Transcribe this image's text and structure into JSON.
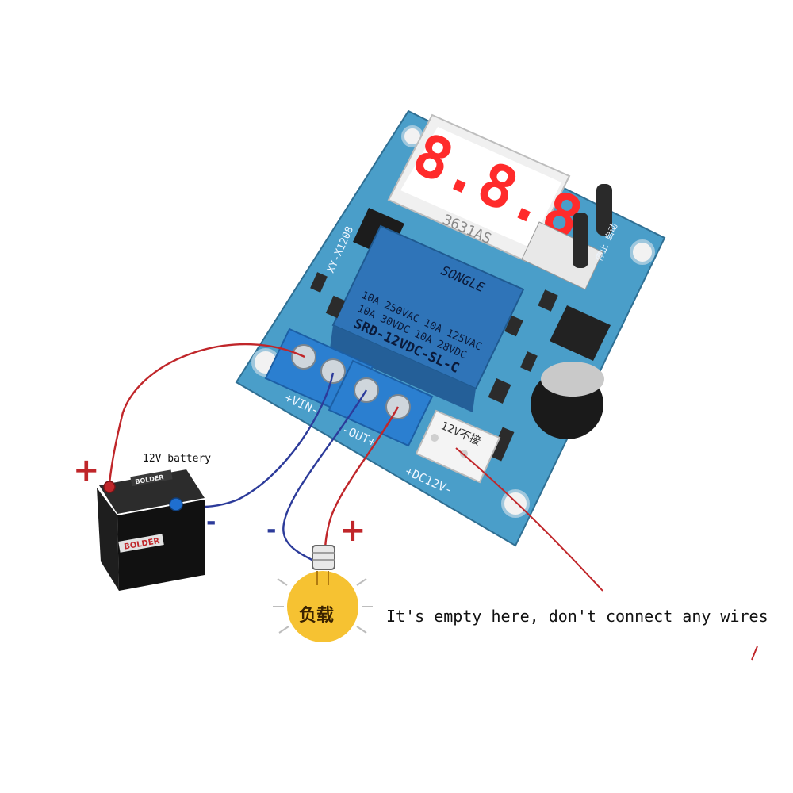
{
  "battery": {
    "label": "12V battery",
    "brand_top": "BOLDER",
    "brand_front": "BOLDER",
    "plus_sign": "+",
    "minus_sign": "-"
  },
  "load": {
    "label": "负载",
    "plus_sign": "+",
    "minus_sign": "-"
  },
  "note": "It's empty here, don't connect any wires",
  "board": {
    "display_digits": "8.8.8",
    "display_part": "3631AS",
    "model": "XY-X1208",
    "terminal_vin": "+VIN-",
    "terminal_out": "-OUT+",
    "terminal_dc": "+DC12V-",
    "dc_marking": "12V不接",
    "button_label": "停止 启动"
  },
  "relay": {
    "brand": "SONGLE",
    "line1": "10A 250VAC 10A 125VAC",
    "line2": "10A 30VDC 10A 28VDC",
    "model": "SRD-12VDC-SL-C"
  },
  "colors": {
    "board": "#4a9ec9",
    "relay": "#2f74b8",
    "terminal": "#2b7fd0",
    "wire_red": "#c0262a",
    "wire_blue": "#2c3b9a",
    "display_red": "#ff2b2b",
    "bulb": "#f6c232"
  }
}
